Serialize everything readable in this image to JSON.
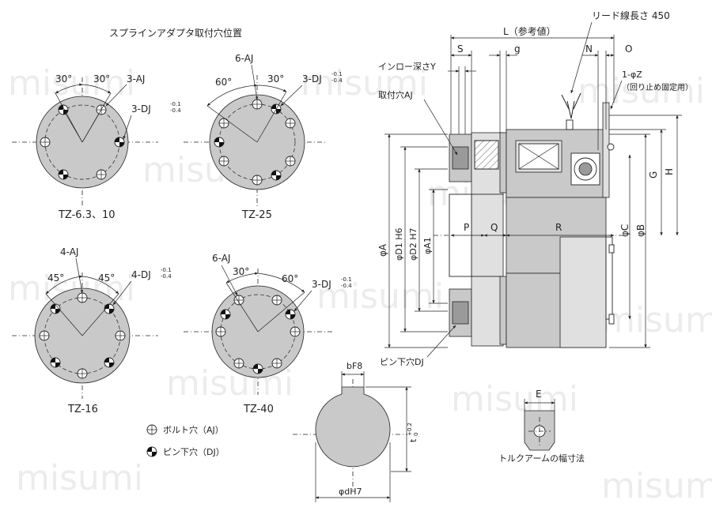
{
  "watermark": "misumi",
  "titles": {
    "spline_adapter_positions": "スプラインアダプタ取付穴位置"
  },
  "views": {
    "tz63": {
      "caption": "TZ-6.3、10",
      "angle_a": "30°",
      "angle_b": "30°",
      "bolt_label": "3-AJ",
      "pin_label": "3-DJ",
      "pin_tol": [
        "-0.1",
        "-0.4"
      ]
    },
    "tz25": {
      "caption": "TZ-25",
      "angle_a": "60°",
      "angle_b": "30°",
      "bolt_label": "6-AJ",
      "pin_label": "3-DJ",
      "pin_tol": [
        "-0.1",
        "-0.4"
      ]
    },
    "tz16": {
      "caption": "TZ-16",
      "angle_a": "45°",
      "angle_b": "45°",
      "bolt_label": "4-AJ",
      "pin_label": "4-DJ",
      "pin_tol": [
        "-0.1",
        "-0.4"
      ]
    },
    "tz40": {
      "caption": "TZ-40",
      "angle_a": "30°",
      "angle_b": "60°",
      "bolt_label": "6-AJ",
      "pin_label": "3-DJ",
      "pin_tol": [
        "-0.1",
        "-0.4"
      ]
    }
  },
  "legend": {
    "bolt_hole": "ボルト穴（AJ）",
    "pin_hole": "ピン下穴（DJ）"
  },
  "keyway": {
    "width_label": "bF8",
    "depth_label": "t",
    "depth_tol": [
      "+0.2",
      "0"
    ],
    "bore_label": "φdH7"
  },
  "torque_arm": {
    "dim_label": "E",
    "caption": "トルクアームの幅寸法"
  },
  "section": {
    "lead_wire": "リード線長さ 450",
    "L_ref": "L（参考値）",
    "S": "S",
    "g": "g",
    "N": "N",
    "O": "O",
    "inro_depth": "インロー深さY",
    "one_phiZ": "1-φZ",
    "rotation_stop": "（回り止め固定用）",
    "mount_hole": "取付穴AJ",
    "G": "G",
    "H": "H",
    "phiA": "φA",
    "phiD1": "φD1 H6",
    "phiD2": "φD2 H7",
    "phiA1": "φA1",
    "P": "P",
    "Q": "Q",
    "R": "R",
    "phiC": "φC",
    "phiB": "φB",
    "pin_hole": "ピン下穴DJ"
  }
}
